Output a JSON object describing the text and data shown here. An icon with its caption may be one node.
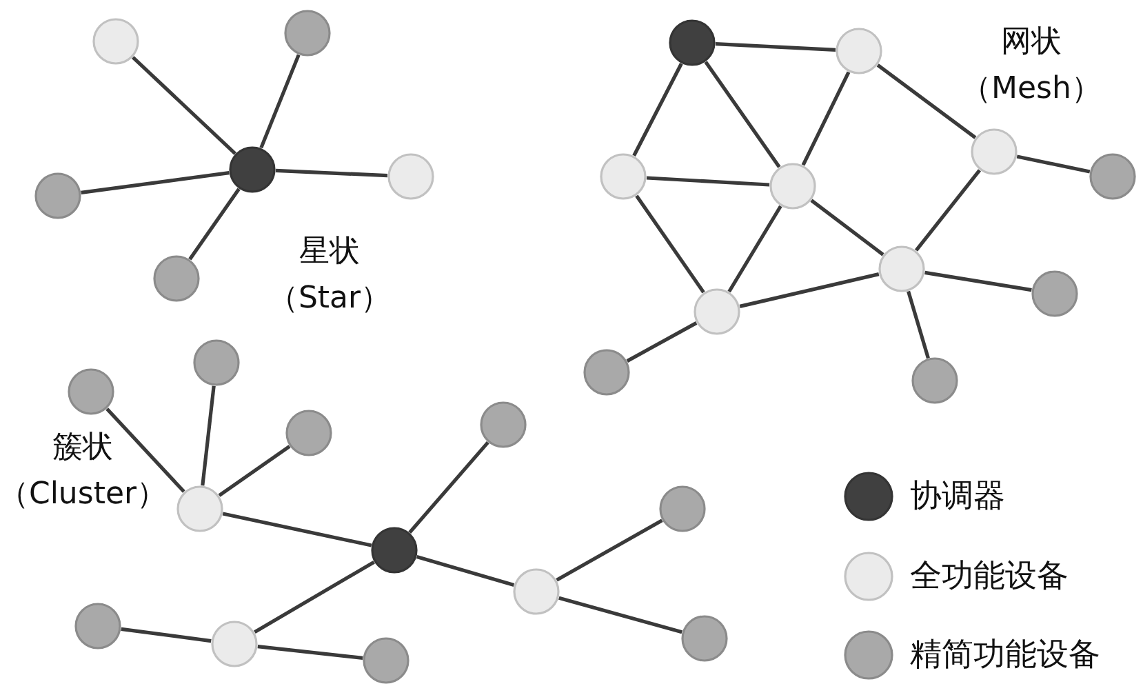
{
  "diagram": {
    "nodes": [
      {
        "text": [],
        "shape": "circle"
      },
      {
        "text": [],
        "shape": "circle"
      },
      {
        "text": [],
        "shape": "circle"
      },
      {
        "text": [],
        "shape": "circle"
      },
      {
        "text": [],
        "shape": "circle"
      },
      {
        "text": [],
        "shape": "circle"
      },
      {
        "text": [],
        "shape": "circle"
      },
      {
        "text": [],
        "shape": "circle"
      },
      {
        "text": [],
        "shape": "circle"
      },
      {
        "text": [],
        "shape": "circle"
      },
      {
        "text": [],
        "shape": "circle"
      },
      {
        "text": [],
        "shape": "circle"
      },
      {
        "text": [],
        "shape": "circle"
      },
      {
        "text": [],
        "shape": "circle"
      },
      {
        "text": [],
        "shape": "circle"
      },
      {
        "text": [],
        "shape": "circle"
      },
      {
        "text": [],
        "shape": "circle"
      },
      {
        "text": [],
        "shape": "circle"
      },
      {
        "text": [],
        "shape": "circle"
      },
      {
        "text": [],
        "shape": "circle"
      },
      {
        "text": [],
        "shape": "circle"
      },
      {
        "text": [],
        "shape": "circle"
      },
      {
        "text": [],
        "shape": "circle"
      },
      {
        "text": [],
        "shape": "circle"
      },
      {
        "text": [],
        "shape": "circle"
      },
      {
        "text": [],
        "shape": "circle"
      },
      {
        "text": [],
        "shape": "circle"
      },
      {
        "text": [],
        "shape": "circle"
      },
      {
        "text": [],
        "shape": "circle"
      }
    ],
    "edges": [
      {
        "from": 2,
        "to": 0,
        "arrow": "none"
      },
      {
        "from": 2,
        "to": 1,
        "arrow": "none"
      },
      {
        "from": 2,
        "to": 3,
        "arrow": "none"
      },
      {
        "from": 2,
        "to": 4,
        "arrow": "none"
      },
      {
        "from": 2,
        "to": 5,
        "arrow": "none"
      },
      {
        "from": 6,
        "to": 7,
        "arrow": "none"
      },
      {
        "from": 6,
        "to": 8,
        "arrow": "none"
      },
      {
        "from": 6,
        "to": 9,
        "arrow": "none"
      },
      {
        "from": 7,
        "to": 9,
        "arrow": "none"
      },
      {
        "from": 7,
        "to": 10,
        "arrow": "none"
      },
      {
        "from": 8,
        "to": 9,
        "arrow": "none"
      },
      {
        "from": 8,
        "to": 14,
        "arrow": "none"
      },
      {
        "from": 9,
        "to": 14,
        "arrow": "none"
      },
      {
        "from": 9,
        "to": 12,
        "arrow": "none"
      },
      {
        "from": 10,
        "to": 12,
        "arrow": "none"
      },
      {
        "from": 10,
        "to": 11,
        "arrow": "none"
      },
      {
        "from": 12,
        "to": 13,
        "arrow": "none"
      },
      {
        "from": 12,
        "to": 16,
        "arrow": "none"
      },
      {
        "from": 12,
        "to": 14,
        "arrow": "none"
      },
      {
        "from": 14,
        "to": 15,
        "arrow": "none"
      },
      {
        "from": 21,
        "to": 18,
        "arrow": "none"
      },
      {
        "from": 21,
        "to": 17,
        "arrow": "none"
      },
      {
        "from": 21,
        "to": 20,
        "arrow": "none"
      },
      {
        "from": 21,
        "to": 23,
        "arrow": "none"
      },
      {
        "from": 23,
        "to": 19,
        "arrow": "none"
      },
      {
        "from": 23,
        "to": 24,
        "arrow": "none"
      },
      {
        "from": 23,
        "to": 27,
        "arrow": "none"
      },
      {
        "from": 24,
        "to": 22,
        "arrow": "none"
      },
      {
        "from": 24,
        "to": 26,
        "arrow": "none"
      },
      {
        "from": 27,
        "to": 25,
        "arrow": "none"
      },
      {
        "from": 27,
        "to": 28,
        "arrow": "none"
      }
    ],
    "labels": [
      "网状（Mesh）",
      "星状（Star）",
      "簇状（Cluster）"
    ],
    "legend": [
      {
        "text": "协调器",
        "color": "#404040"
      },
      {
        "text": "全功能设备",
        "color": "#ebebeb"
      },
      {
        "text": "精简功能设备",
        "color": "#a9a9a9"
      }
    ]
  }
}
